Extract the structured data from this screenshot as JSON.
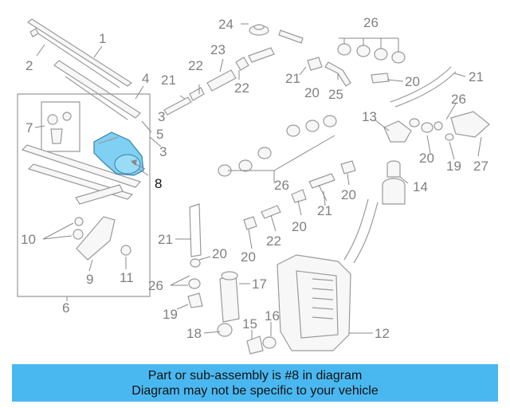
{
  "diagram": {
    "highlight_color": "#7fd0f2",
    "callouts": {
      "c1": "1",
      "c2": "2",
      "c3": "3",
      "c4": "4",
      "c5": "5",
      "c6": "6",
      "c7": "7",
      "c8": "8",
      "c9": "9",
      "c10": "10",
      "c11": "11",
      "c12": "12",
      "c13": "13",
      "c14": "14",
      "c15": "15",
      "c16": "16",
      "c17": "17",
      "c18": "18",
      "c19": "19",
      "c20": "20",
      "c21": "21",
      "c22": "22",
      "c23": "23",
      "c24": "24",
      "c25": "25",
      "c26": "26",
      "c27": "27"
    }
  },
  "banner": {
    "line1": "Part or sub-assembly is #8 in diagram",
    "line2": "Diagram may not be specific to your vehicle",
    "background": "#4ab8f0"
  }
}
